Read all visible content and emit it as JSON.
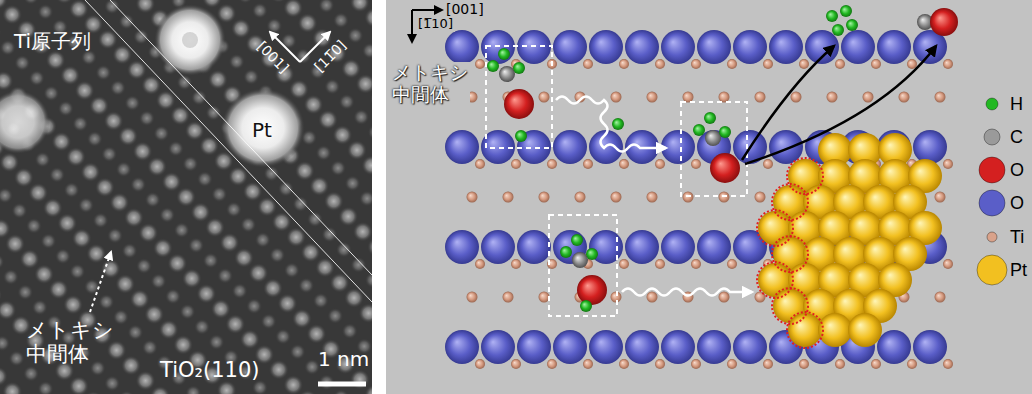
{
  "diagram": {
    "labels": [
      "Ti原子列",
      "[001]",
      "[11̅0]",
      "Pt",
      "メトキシ 中間体",
      "TiO₂(110)",
      "1 nm",
      "[001]",
      "[1̅10]",
      "メトキシ 中間体"
    ],
    "legend": [
      {
        "text": "H",
        "color": "#22b822"
      },
      {
        "text": "C",
        "color": "#9a9a9a"
      },
      {
        "text": "O",
        "color": "#d42020"
      },
      {
        "text": "O",
        "color": "#5a5ec8"
      },
      {
        "text": "Ti",
        "color": "#d9a28a"
      },
      {
        "text": "Pt",
        "color": "#f2c020"
      }
    ]
  }
}
